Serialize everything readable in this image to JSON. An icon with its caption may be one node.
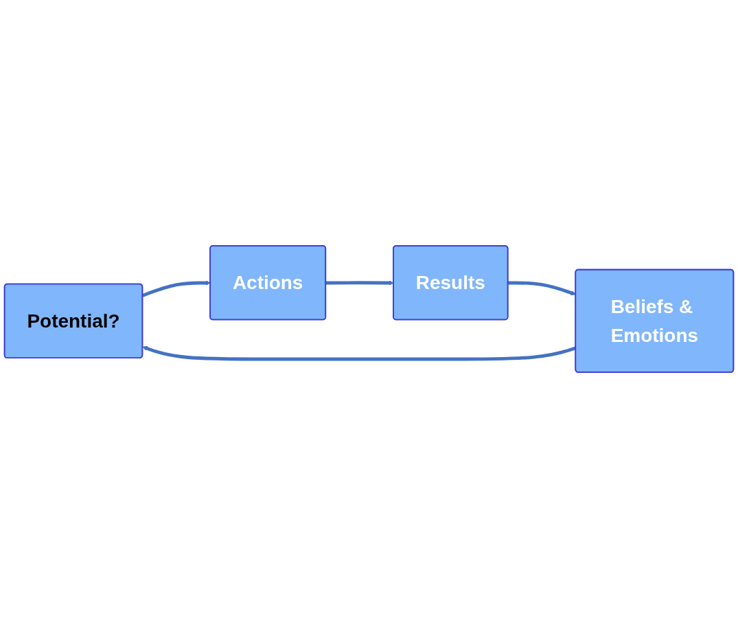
{
  "diagram": {
    "nodes": [
      {
        "text": [
          "Potential?"
        ]
      },
      {
        "text": [
          "Actions"
        ]
      },
      {
        "text": [
          "Results"
        ]
      },
      {
        "text": [
          "Beliefs & Emotions"
        ]
      }
    ],
    "edges": [
      {
        "from": 0,
        "to": 1,
        "arrow": "to"
      },
      {
        "from": 1,
        "to": 2,
        "arrow": "to"
      },
      {
        "from": 2,
        "to": 3,
        "arrow": "to"
      },
      {
        "from": 3,
        "to": 0,
        "arrow": "to"
      }
    ]
  }
}
